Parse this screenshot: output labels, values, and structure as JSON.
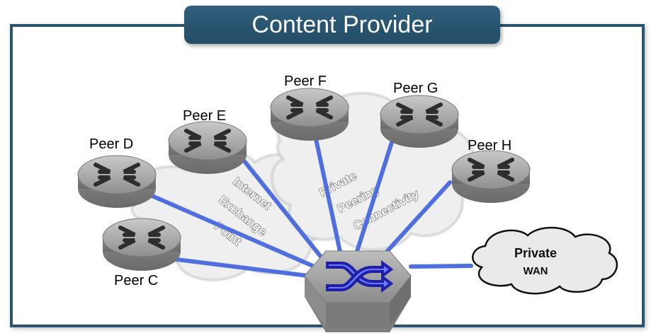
{
  "title": "Content Provider",
  "peers": [
    {
      "id": "C",
      "label": "Peer C"
    },
    {
      "id": "D",
      "label": "Peer D"
    },
    {
      "id": "E",
      "label": "Peer E"
    },
    {
      "id": "F",
      "label": "Peer F"
    },
    {
      "id": "G",
      "label": "Peer G"
    },
    {
      "id": "H",
      "label": "Peer H"
    }
  ],
  "clouds": {
    "ixp": [
      "Internet",
      "Exchange",
      "Point"
    ],
    "ppc": [
      "Private",
      "Peering",
      "Connectivity"
    ]
  },
  "wan": {
    "line1": "Private",
    "line2": "WAN"
  },
  "colors": {
    "frame": "#2b5470",
    "link": "#4f6fe0",
    "router": "#9a9a9a"
  }
}
